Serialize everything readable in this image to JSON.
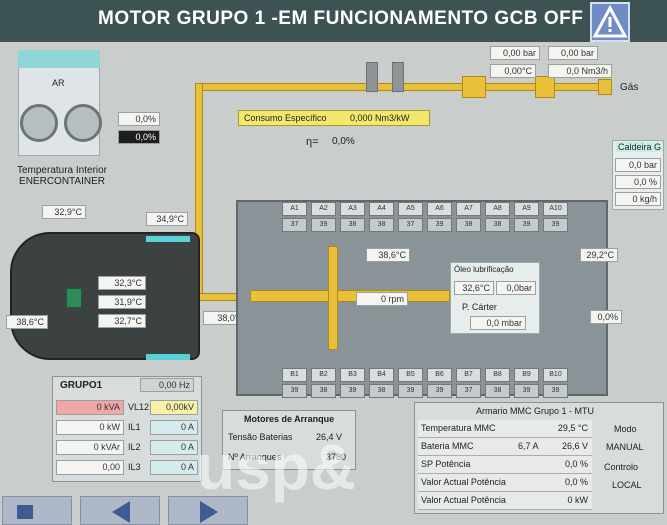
{
  "header": {
    "title": "MOTOR GRUPO 1 -EM FUNCIONAMENTO GCB OFF",
    "warning_icon": "warning-icon"
  },
  "gas_line": {
    "pressure_1": "0,00 bar",
    "pressure_2": "0,00 bar",
    "temp_1": "0,00°C",
    "flow": "0,0 Nm3/h",
    "gas_label": "Gás"
  },
  "ar": {
    "label": "AR",
    "value_1": "0,0%",
    "value_2": "0,0%"
  },
  "enercontainer": {
    "label": "Temperatura Interior ENERCONTAINER",
    "temp": "32,9°C"
  },
  "consumo": {
    "label": "Consumo Específico",
    "value": "0,000 Nm3/kW"
  },
  "efficiency": {
    "label": "η=",
    "value": "0,0%"
  },
  "caldeira": {
    "label": "Caldeira G",
    "v1": "0,0 bar",
    "v2": "0,0 %",
    "v3": "0 kg/h"
  },
  "generator": {
    "temp_top": "34,9°C",
    "temp_left": "38,6°C",
    "winding_1": "32,3°C",
    "winding_2": "31,9°C",
    "winding_3": "32,7°C",
    "shaft_temp": "38,0°C"
  },
  "engine": {
    "cylinders_top_labels": [
      "A1",
      "A2",
      "A3",
      "A4",
      "A5",
      "A6",
      "A7",
      "A8",
      "A9",
      "A10"
    ],
    "cylinders_top_values": [
      "37",
      "39",
      "38",
      "38",
      "37",
      "39",
      "38",
      "38",
      "39",
      "39"
    ],
    "cylinders_bottom_labels": [
      "B1",
      "B2",
      "B3",
      "B4",
      "B5",
      "B6",
      "B7",
      "B8",
      "B9",
      "B10"
    ],
    "cylinders_bottom_values": [
      "39",
      "38",
      "39",
      "38",
      "39",
      "39",
      "37",
      "38",
      "39",
      "39"
    ],
    "block_temp": "38,6°C",
    "rpm": "0 rpm",
    "oil_label": "Óleo lubrificação",
    "oil_temp": "32,6°C",
    "oil_pressure": "0,0bar",
    "crankcase_label": "P. Cárter",
    "crankcase_value": "0,0 mbar",
    "right_temp": "29,2°C",
    "right_pct": "0,0%"
  },
  "grupo": {
    "title": "GRUPO1",
    "freq": "0,00 Hz",
    "kva": "0 kVA",
    "vl12_label": "VL12",
    "vl12": "0,00kV",
    "kw": "0 kW",
    "il1_label": "IL1",
    "il1": "0 A",
    "kvar": "0 kVAr",
    "il2_label": "IL2",
    "il2": "0 A",
    "pf": "0,00",
    "il3_label": "IL3",
    "il3": "0 A"
  },
  "motores": {
    "title": "Motores de Arranque",
    "row1_label": "Tensão Baterias",
    "row1_value": "26,4 V",
    "row2_label": "Nº Arranques",
    "row2_value": "3780"
  },
  "armario": {
    "title": "Armario MMC Grupo 1 - MTU",
    "rows": [
      {
        "label": "Temperatura MMC",
        "v1": "",
        "v2": "29,5 °C"
      },
      {
        "label": "Bateria MMC",
        "v1": "6,7 A",
        "v2": "26,6 V"
      },
      {
        "label": "SP Potência",
        "v1": "",
        "v2": "0,0 %"
      },
      {
        "label": "Valor Actual Potência",
        "v1": "",
        "v2": "0,0 %"
      },
      {
        "label": "Valor Actual Potência",
        "v1": "",
        "v2": "0 kW"
      }
    ],
    "mode_label": "Modo",
    "mode_value": "MANUAL",
    "control_label": "Controlo",
    "control_value": "LOCAL"
  },
  "watermark": "usp&"
}
